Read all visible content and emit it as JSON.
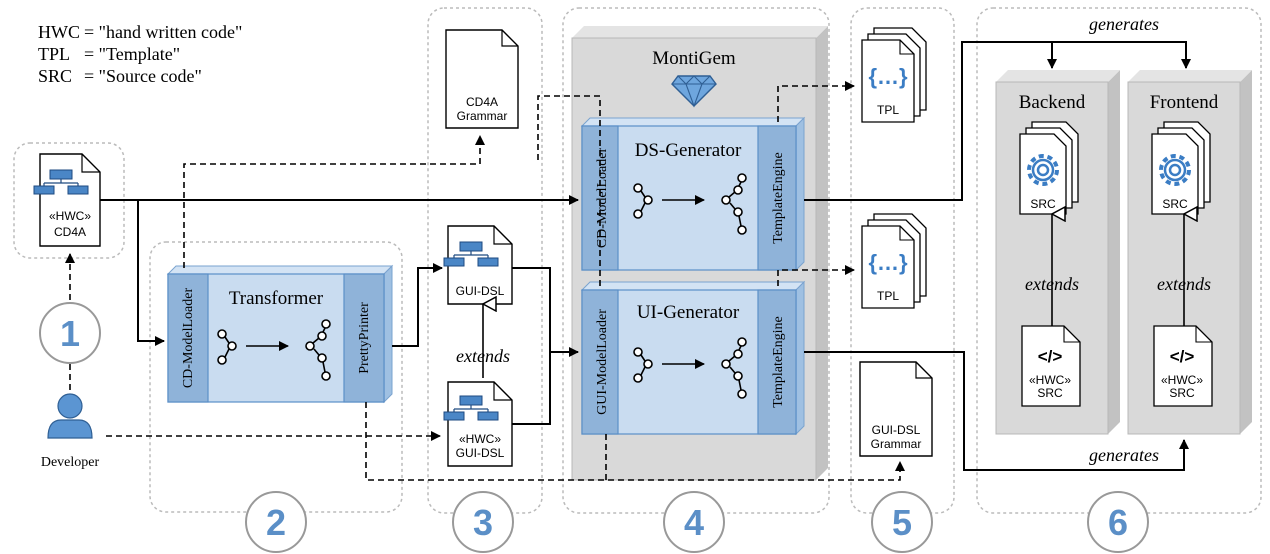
{
  "legend": [
    {
      "abbr": "HWC",
      "eq": "= \"hand written code\""
    },
    {
      "abbr": "TPL",
      "eq": "= \"Template\""
    },
    {
      "abbr": "SRC",
      "eq": "= \"Source code\""
    }
  ],
  "steps": [
    "1",
    "2",
    "3",
    "4",
    "5",
    "6"
  ],
  "developer_label": "Developer",
  "cd4a_model": {
    "stereo": "«HWC»",
    "name": "CD4A"
  },
  "transformer": {
    "title": "Transformer",
    "loader": "CD-ModelLoader",
    "printer": "PrettyPrinter"
  },
  "cd4a_grammar": {
    "line1": "CD4A",
    "line2": "Grammar"
  },
  "gui_dsl_model": {
    "name": "GUI-DSL"
  },
  "extends_label": "extends",
  "hwc_gui_dsl": {
    "stereo": "«HWC»",
    "name": "GUI-DSL"
  },
  "montigem": {
    "title": "MontiGem"
  },
  "ds_generator": {
    "title": "DS-Generator",
    "loader": "CD-ModelLoader",
    "engine": "TemplateEngine"
  },
  "ui_generator": {
    "title": "UI-Generator",
    "loader": "GUI-ModelLoader",
    "engine": "TemplateEngine"
  },
  "tpl_top": {
    "icon": "{…}",
    "label": "TPL"
  },
  "tpl_mid": {
    "icon": "{…}",
    "label": "TPL"
  },
  "gui_dsl_grammar": {
    "line1": "GUI-DSL",
    "line2": "Grammar"
  },
  "generates_top": "generates",
  "generates_bottom": "generates",
  "backend": {
    "title": "Backend",
    "src": "SRC",
    "extends": "extends",
    "hwc_stereo": "«HWC»",
    "hwc_src": "SRC"
  },
  "frontend": {
    "title": "Frontend",
    "src": "SRC",
    "extends": "extends",
    "hwc_stereo": "«HWC»",
    "hwc_src": "SRC"
  },
  "colors": {
    "accent": "#5b8fc7",
    "gen_fill": "#c9dcf0",
    "gen_side": "#8fb3d9",
    "gray": "#d8d8d8",
    "region": "#bbbbbb"
  }
}
